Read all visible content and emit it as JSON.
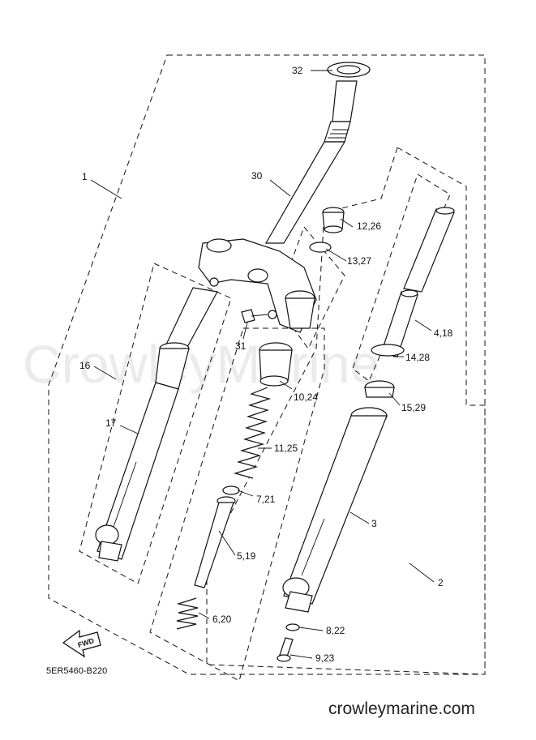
{
  "watermark": "CrowleyMarine",
  "site_footer": "crowleymarine.com",
  "diagram_code": "5ER5460-B220",
  "fwd_badge": "FWD",
  "callouts": {
    "c32": "32",
    "c1": "1",
    "c30": "30",
    "c12_26": "12,26",
    "c13_27": "13,27",
    "c31": "31",
    "c4_18": "4,18",
    "c16": "16",
    "c14_28": "14,28",
    "c10_24": "10,24",
    "c15_29": "15,29",
    "c17": "17",
    "c11_25": "11,25",
    "c7_21": "7,21",
    "c3": "3",
    "c5_19": "5,19",
    "c2": "2",
    "c6_20": "6,20",
    "c8_22": "8,22",
    "c9_23": "9,23"
  }
}
